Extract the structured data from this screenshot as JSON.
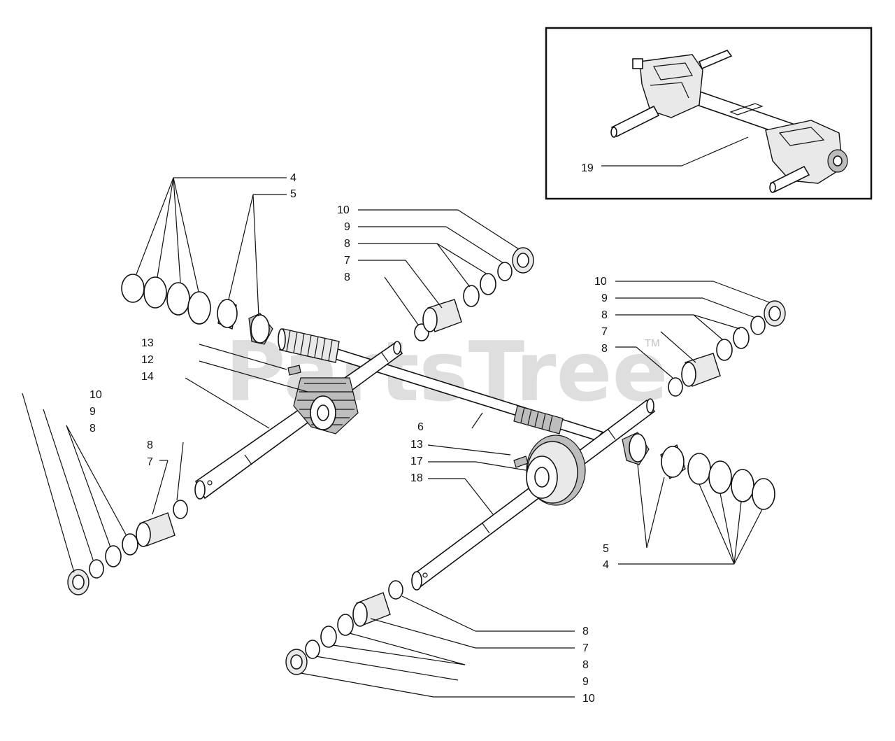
{
  "watermark": "PartsTree",
  "trademark": "TM",
  "callouts": {
    "inset_19": "19",
    "l4_top": "4",
    "l5_top": "5",
    "l10_a": "10",
    "l9_a": "9",
    "l8_a": "8",
    "l7_a": "7",
    "l8_a2": "8",
    "l10_b": "10",
    "l9_b": "9",
    "l8_b": "8",
    "l7_b": "7",
    "l8_b2": "8",
    "l13_a": "13",
    "l12": "12",
    "l14": "14",
    "l10_c": "10",
    "l9_c": "9",
    "l8_c": "8",
    "l8_c2": "8",
    "l7_c": "7",
    "l6": "6",
    "l13_b": "13",
    "l17": "17",
    "l18": "18",
    "l5_bottom": "5",
    "l4_bottom": "4",
    "l8_d": "8",
    "l7_d": "7",
    "l8_d2": "8",
    "l9_d": "9",
    "l10_d": "10"
  }
}
